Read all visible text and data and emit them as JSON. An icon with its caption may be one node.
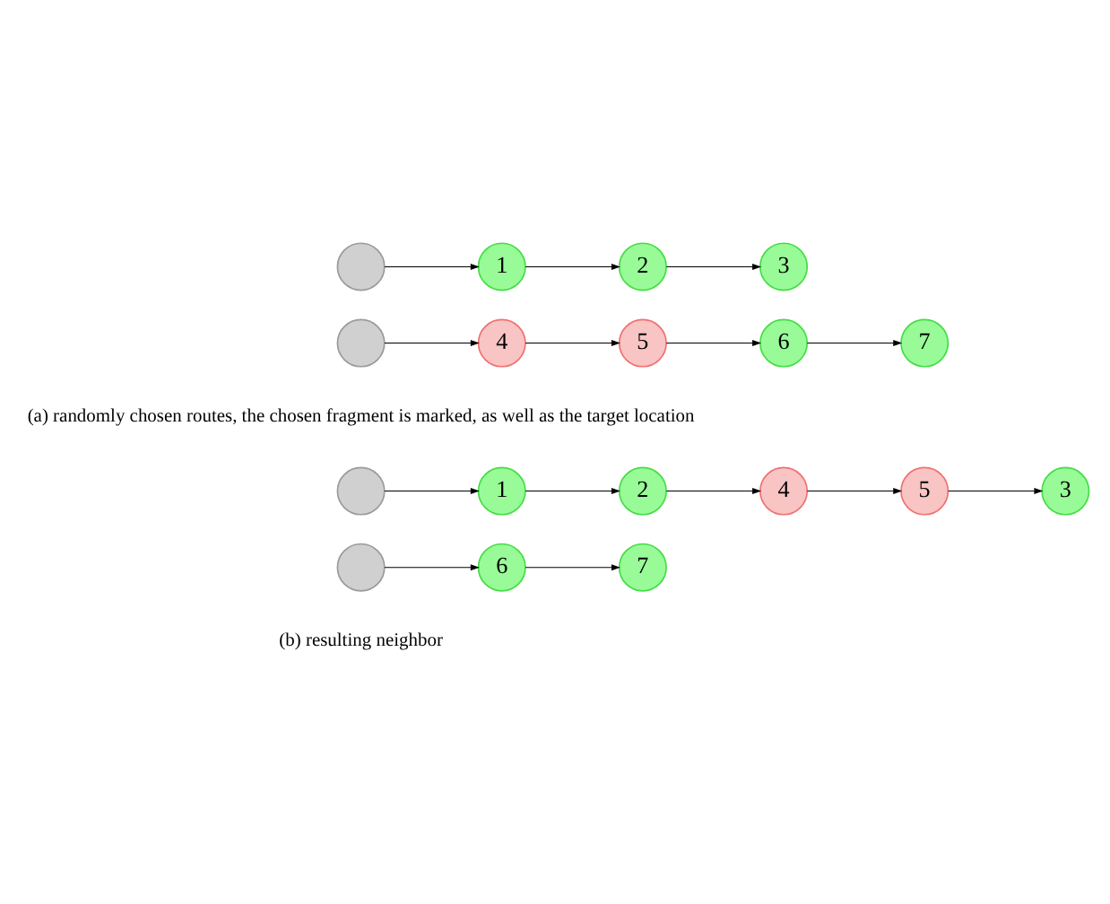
{
  "diagram": {
    "nodes": [
      {
        "text": [],
        "shape": "circle"
      },
      {
        "text": [
          "1"
        ]
      },
      {
        "text": [
          "2"
        ]
      },
      {
        "text": [
          "3"
        ]
      },
      {
        "text": [],
        "shape": "circle"
      },
      {
        "text": [
          "4"
        ]
      },
      {
        "text": [
          "5"
        ]
      },
      {
        "text": [
          "6"
        ]
      },
      {
        "text": [
          "7"
        ]
      },
      {
        "text": [],
        "shape": "circle"
      },
      {
        "text": [
          "1"
        ]
      },
      {
        "text": [
          "2"
        ]
      },
      {
        "text": [
          "4"
        ]
      },
      {
        "text": [
          "5"
        ]
      },
      {
        "text": [
          "3"
        ]
      },
      {
        "text": [],
        "shape": "circle"
      },
      {
        "text": [
          "6"
        ]
      },
      {
        "text": [
          "7"
        ]
      }
    ],
    "edges": [
      {
        "from": 0,
        "to": 1,
        "arrow": "to"
      },
      {
        "from": 1,
        "to": 2,
        "arrow": "to"
      },
      {
        "from": 2,
        "to": 3,
        "arrow": "to"
      },
      {
        "from": 4,
        "to": 5,
        "arrow": "to"
      },
      {
        "from": 5,
        "to": 6,
        "arrow": "to"
      },
      {
        "from": 6,
        "to": 7,
        "arrow": "to"
      },
      {
        "from": 7,
        "to": 8,
        "arrow": "to"
      },
      {
        "from": 9,
        "to": 10,
        "arrow": "to"
      },
      {
        "from": 10,
        "to": 11,
        "arrow": "to"
      },
      {
        "from": 11,
        "to": 12,
        "arrow": "to"
      },
      {
        "from": 12,
        "to": 13,
        "arrow": "to"
      },
      {
        "from": 13,
        "to": 14,
        "arrow": "to"
      },
      {
        "from": 15,
        "to": 16,
        "arrow": "to"
      },
      {
        "from": 16,
        "to": 17,
        "arrow": "to"
      }
    ],
    "labels": [
      "(a) randomly chosen routes, the chosen fragment is marked, as well as the target location",
      "(b) resulting neighbor"
    ]
  }
}
